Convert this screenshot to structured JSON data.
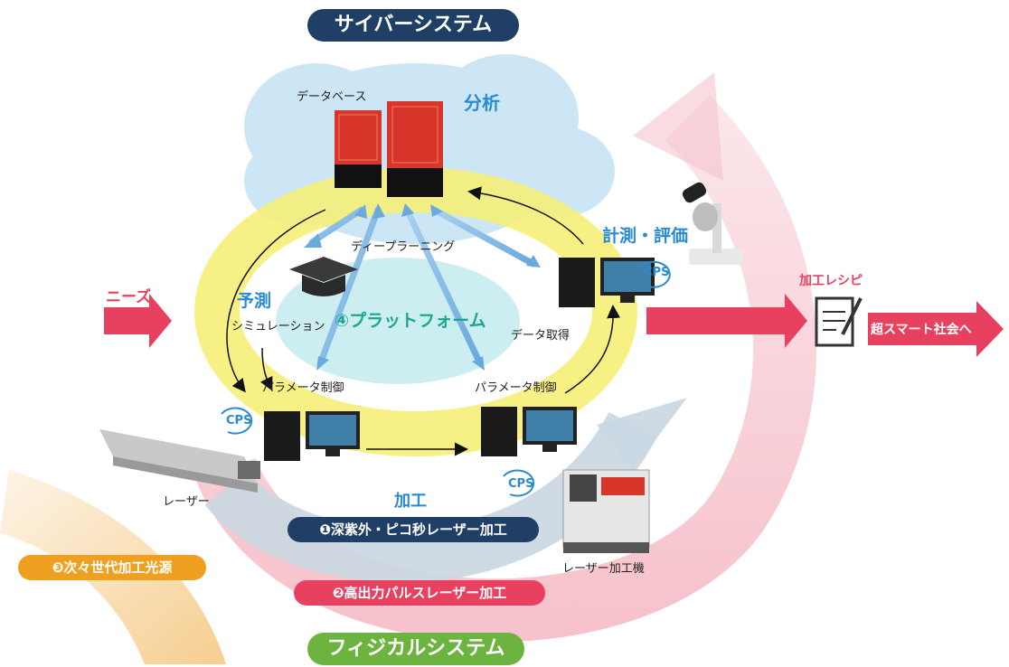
{
  "titles": {
    "cyber": "サイバーシステム",
    "physical": "フィジカルシステム"
  },
  "labels": {
    "database": "データベース",
    "analysis": "分析",
    "deep_learning": "ディープラーニング",
    "measure_eval": "計測・評価",
    "cps": "CPS",
    "needs": "ニーズ",
    "prediction": "予測",
    "simulation": "シミュレーション",
    "platform": "④プラットフォーム",
    "data_acquisition": "データ取得",
    "param_left": "パラメータ制御",
    "param_right": "パラメータ制御",
    "laser": "レーザー",
    "processing": "加工",
    "laser_machine": "レーザー加工機",
    "recipe": "加工レシピ",
    "super_smart": "超スマート社会へ"
  },
  "programs": [
    "❶深紫外・ピコ秒レーザー加工",
    "❷高出力パルスレーザー加工",
    "❸次々世代加工光源"
  ],
  "colors": {
    "cyber_title": "#1f3f66",
    "physical_title": "#6cb33f",
    "accent_red": "#e8415f",
    "accent_blue": "#2a8bd0",
    "accent_teal": "#1aa68f",
    "accent_orange": "#f0a020",
    "ring_yellow": "#f6ef70",
    "cloud_blue": "#cde6f5",
    "server_red": "#d9362b"
  }
}
